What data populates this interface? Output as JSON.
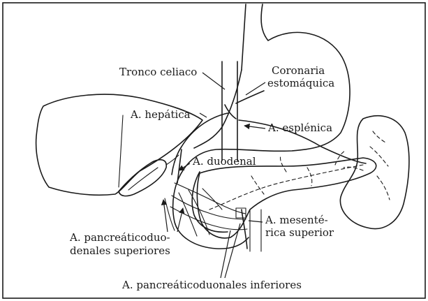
{
  "figure": {
    "colors": {
      "ink": "#1a1a1a",
      "paper": "#ffffff"
    },
    "labels": {
      "tronco_celiaco": "Tronco celiaco",
      "coronaria_line1": "Coronaria",
      "coronaria_line2": "estomáquica",
      "hepatica": "A. hepática",
      "esplenica": "A. esplénica",
      "duodenal": "A. duodenal",
      "mesenterica_line1": "A. mesenté-",
      "mesenterica_line2": "rica superior",
      "pancreaticoduod_sup_line1": "A. pancreáticoduo-",
      "pancreaticoduod_sup_line2": "denales superiores",
      "pancreaticoduod_inf": "A. pancreáticoduonales inferiores"
    }
  }
}
